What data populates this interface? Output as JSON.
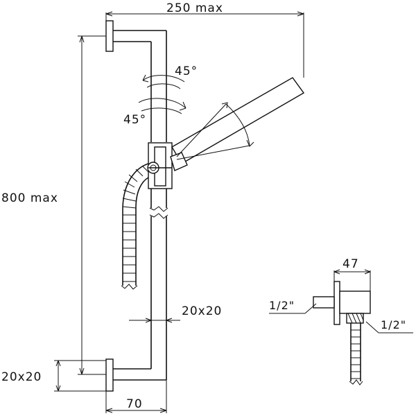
{
  "drawing": {
    "labels": {
      "width_max": "250  max",
      "height_max": "800  max",
      "rotation_top": "45°",
      "rotation_side": "45°",
      "bar_section": "20x20",
      "bracket_section": "20x20",
      "wall_offset": "70",
      "outlet_depth": "47",
      "thread_inlet": "1/2\"",
      "thread_outlet": "1/2\""
    }
  }
}
